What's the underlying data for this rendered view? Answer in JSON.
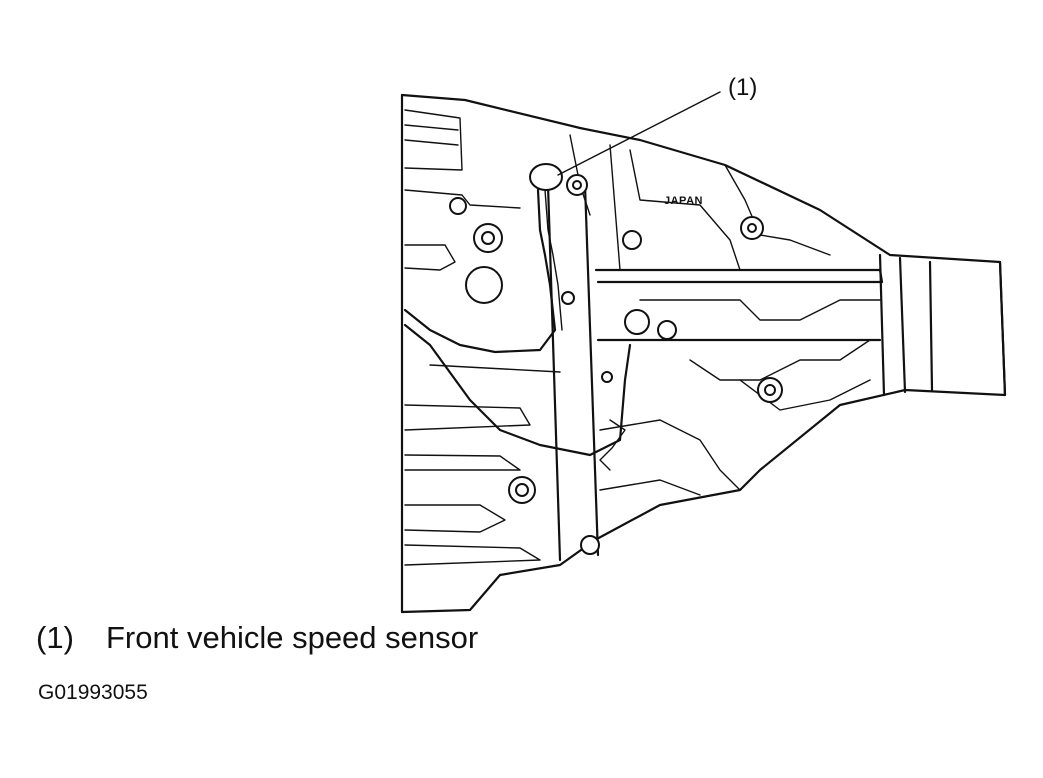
{
  "diagram": {
    "callout_marker": "(1)",
    "casting_marking": "JAPAN",
    "legend": [
      {
        "number": "(1)",
        "label": "Front vehicle speed sensor"
      }
    ],
    "figure_id": "G01993055"
  },
  "icons": {
    "callout": "leader-line-icon",
    "drawing": "transmission-drawing"
  }
}
